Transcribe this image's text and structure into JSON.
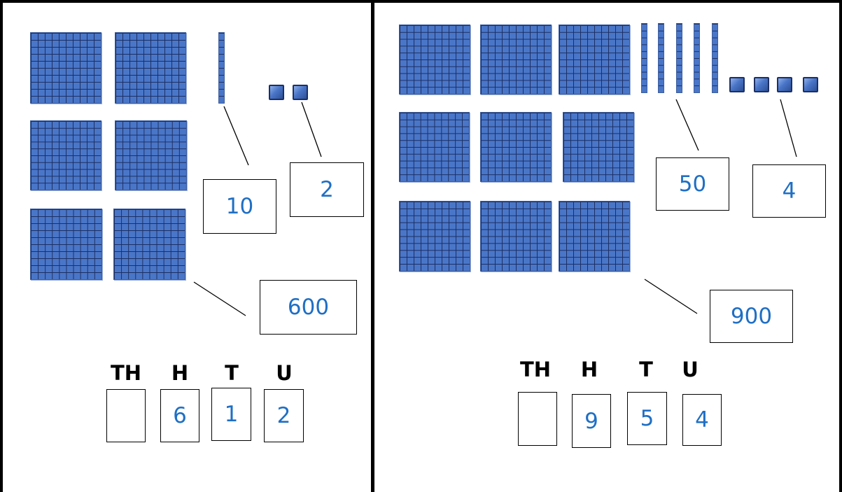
{
  "left_panel": {
    "hundreds_blocks": 6,
    "tens_rods": 1,
    "unit_cubes": 2,
    "labels": {
      "tens_value": "10",
      "units_value": "2",
      "hundreds_value": "600"
    },
    "place_value_headers": [
      "TH",
      "H",
      "T",
      "U"
    ],
    "digits": [
      "",
      "6",
      "1",
      "2"
    ]
  },
  "right_panel": {
    "hundreds_blocks": 9,
    "tens_rods": 5,
    "unit_cubes": 4,
    "labels": {
      "tens_value": "50",
      "units_value": "4",
      "hundreds_value": "900"
    },
    "place_value_headers": [
      "TH",
      "H",
      "T",
      "U"
    ],
    "digits": [
      "",
      "9",
      "5",
      "4"
    ]
  },
  "colors": {
    "block_fill": "#4a76c8",
    "grid_line": "#1c2f63",
    "value_text": "#1f6fc4"
  }
}
